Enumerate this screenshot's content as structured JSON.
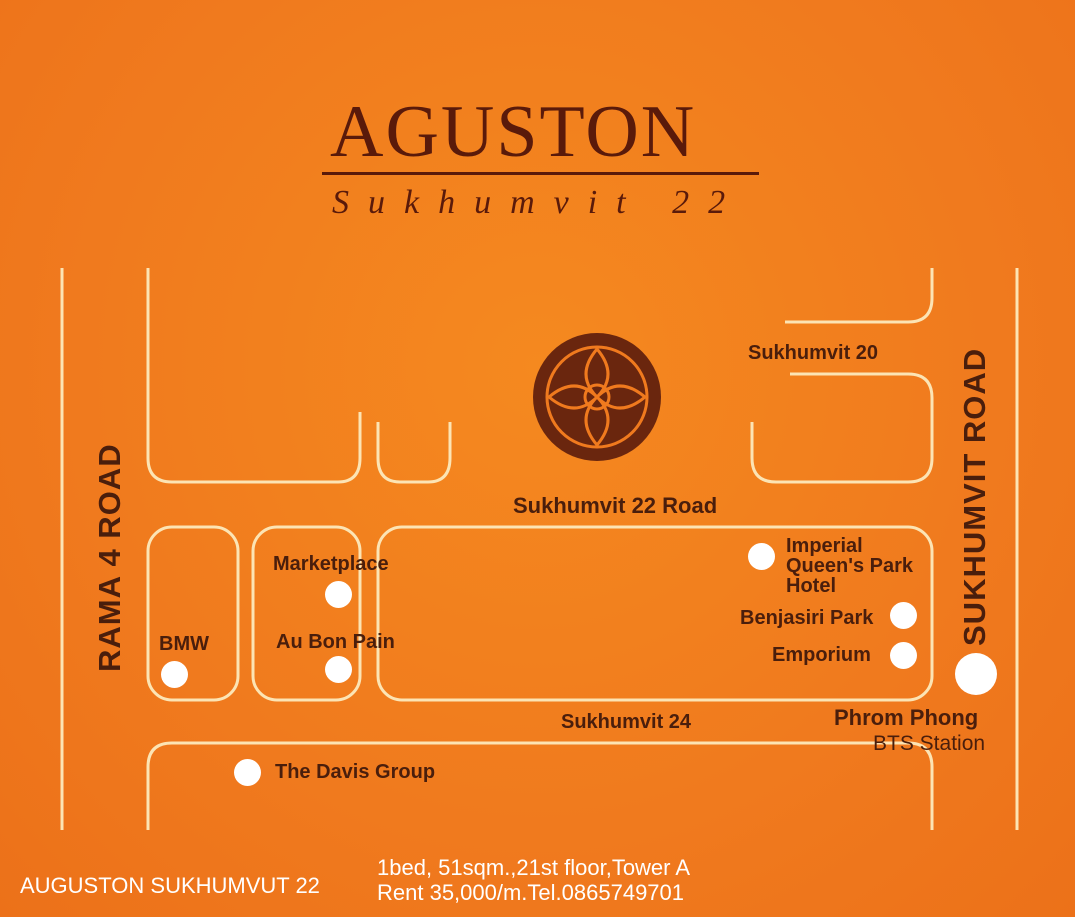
{
  "logo": {
    "name": "AGUSTON",
    "subtitle": "Sukhumvit 22",
    "emblem": "ornamental-rosette"
  },
  "roads": {
    "rama4": "RAMA 4 ROAD",
    "sukhumvit": "SUKHUMVIT ROAD",
    "soi20": "Sukhumvit 20",
    "soi22": "Sukhumvit 22 Road",
    "soi24": "Sukhumvit 24"
  },
  "places": {
    "marketplace": "Marketplace",
    "au_bon_pain": "Au Bon Pain",
    "bmw": "BMW",
    "imperial": [
      "Imperial",
      "Queen's Park",
      "Hotel"
    ],
    "benjasiri": "Benjasiri Park",
    "emporium": "Emporium",
    "davis": "The Davis Group",
    "phrom_phong": "Phrom Phong",
    "bts": "BTS Station"
  },
  "footer": {
    "title": "AUGUSTON SUKHUMVUT 22",
    "line1": "1bed, 51sqm.,21st floor,Tower A",
    "line2": "Rent 35,000/m.Tel.0865749701"
  },
  "colors": {
    "background": "#F07A1E",
    "road": "#FCE4B4",
    "text": "#4A1E0C"
  }
}
